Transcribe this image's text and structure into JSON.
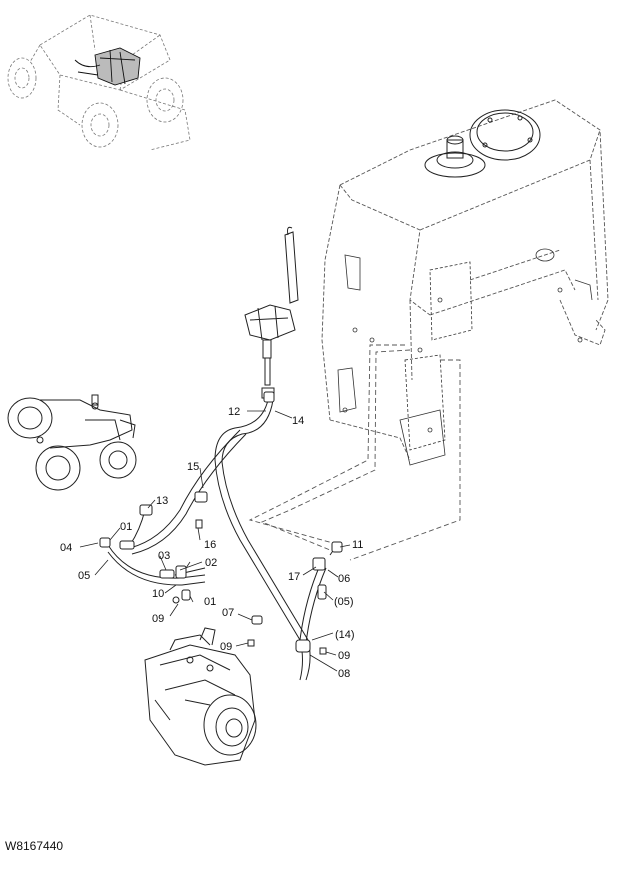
{
  "drawing": {
    "id_code": "W8167440"
  },
  "part_labels": {
    "l01a": "01",
    "l01b": "01",
    "l02": "02",
    "l03": "03",
    "l04": "04",
    "l05": "05",
    "l05p": "(05)",
    "l06": "06",
    "l07": "07",
    "l08": "08",
    "l09a": "09",
    "l09b": "09",
    "l09c": "09",
    "l10": "10",
    "l11": "11",
    "l12": "12",
    "l13": "13",
    "l14": "14",
    "l14p": "(14)",
    "l15": "15",
    "l16": "16",
    "l17": "17"
  }
}
